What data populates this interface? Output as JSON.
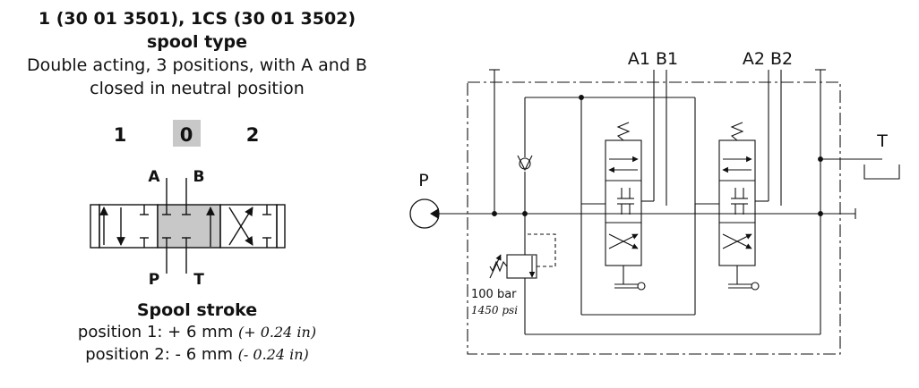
{
  "title_line1": "1 (30 01 3501), 1CS (30 01 3502)",
  "title_line2": "spool type",
  "desc_line1": "Double acting, 3 positions, with A and B",
  "desc_line2": "closed in neutral position",
  "positions": [
    "1",
    "0",
    "2"
  ],
  "spool_ports": {
    "a": "A",
    "b": "B",
    "p": "P",
    "t": "T"
  },
  "stroke": {
    "title": "Spool stroke",
    "pos1_label": "position 1: + 6 mm",
    "pos1_inch": "(+ 0.24 in)",
    "pos2_label": "position 2: - 6 mm",
    "pos2_inch": "(- 0.24 in)"
  },
  "circuit": {
    "a1b1": "A1 B1",
    "a2b2": "A2 B2",
    "p": "P",
    "t": "T",
    "relief_bar": "100 bar",
    "relief_psi": "1450 psi"
  },
  "colors": {
    "neutral_highlight": "#c8c8c8",
    "line": "#111111"
  }
}
